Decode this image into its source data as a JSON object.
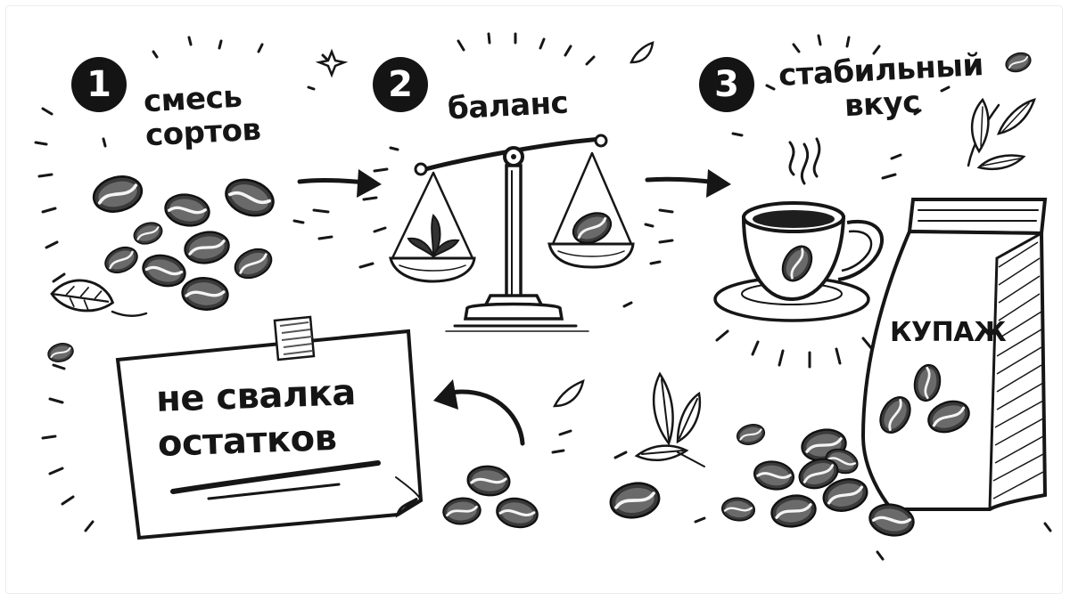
{
  "steps": [
    {
      "number": "1",
      "label_line1": "смесь",
      "label_line2": "сортов"
    },
    {
      "number": "2",
      "label_line1": "баланс",
      "label_line2": ""
    },
    {
      "number": "3",
      "label_line1": "стабильный",
      "label_line2": "вкус"
    }
  ],
  "note": {
    "line1": "не свалка",
    "line2": "остатков"
  },
  "bag": {
    "label": "КУПАЖ"
  },
  "colors": {
    "ink": "#161616",
    "paper": "#ffffff"
  },
  "icons": [
    "coffee-bean-icon",
    "arrow-right-icon",
    "arrow-left-curved-icon",
    "balance-scale-icon",
    "coffee-cup-icon",
    "coffee-bag-icon",
    "leaf-icon",
    "sparkle-icon"
  ]
}
